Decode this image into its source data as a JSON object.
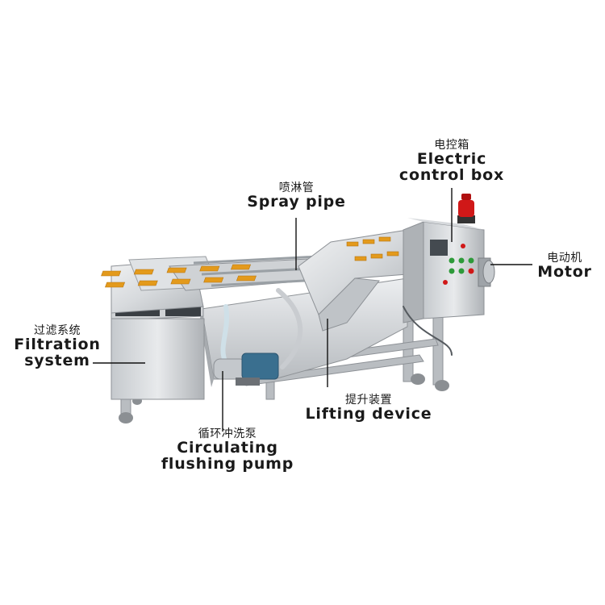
{
  "labels": {
    "electric_control_box": {
      "cn": "电控箱",
      "en_line1": "Electric",
      "en_line2": "control box"
    },
    "spray_pipe": {
      "cn": "喷淋管",
      "en": "Spray pipe"
    },
    "motor": {
      "cn": "电动机",
      "en": "Motor"
    },
    "filtration_system": {
      "cn": "过滤系统",
      "en_line1": "Filtration",
      "en_line2": "system"
    },
    "lifting_device": {
      "cn": "提升装置",
      "en": "Lifting device"
    },
    "circulating_pump": {
      "cn": "循环冲洗泵",
      "en_line1": "Circulating",
      "en_line2": "flushing pump"
    }
  },
  "colors": {
    "steel_light": "#e4e6e8",
    "steel_mid": "#c9ccd0",
    "steel_dark": "#9ea3a8",
    "orange_roller": "#e39a1c",
    "alarm_red": "#d01818",
    "button_green": "#2e9a3a",
    "motor_blue": "#3a6f8f",
    "callout_line": "#111111"
  }
}
